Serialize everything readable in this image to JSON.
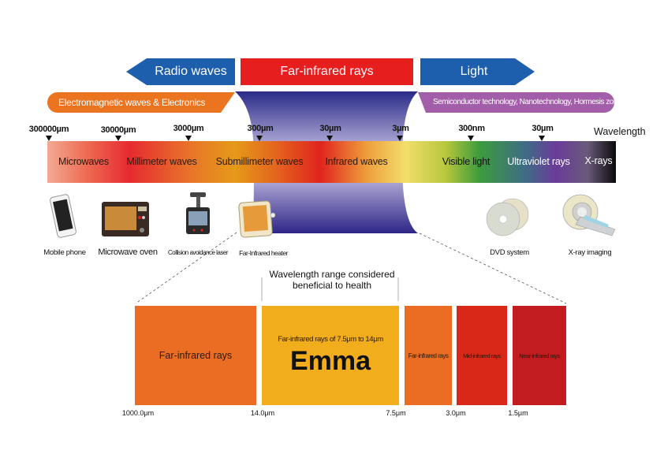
{
  "top_arrows": {
    "radio": "Radio waves",
    "far_infrared": "Far-infrared rays",
    "light": "Light"
  },
  "banners": {
    "electronics": "Electromagnetic waves & Electronics",
    "semiconductor": "Semiconductor technology, Nanotechnology, Hormesis zone"
  },
  "wavelength_label": "Wavelength",
  "ticks": [
    "300000µm",
    "30000µm",
    "3000µm",
    "300µm",
    "30µm",
    "3µm",
    "300nm",
    "30µm"
  ],
  "bands": [
    "Microwaves",
    "Millimeter waves",
    "Submillimeter waves",
    "Infrared waves",
    "Visible light",
    "Ultraviolet rays",
    "X-rays"
  ],
  "devices": [
    {
      "label": "Mobile phone",
      "icon": "mobile-phone-icon"
    },
    {
      "label": "Microwave oven",
      "icon": "microwave-oven-icon"
    },
    {
      "label": "Collision avoidance laser",
      "icon": "dashcam-icon"
    },
    {
      "label": "Far-Infrared heater",
      "icon": "heater-icon"
    },
    {
      "label": "DVD system",
      "icon": "dvd-icon"
    },
    {
      "label": "X-ray imaging",
      "icon": "xray-scanner-icon"
    }
  ],
  "health_range_label": [
    "Wavelength range considered",
    "beneficial to health"
  ],
  "detail_boxes": [
    {
      "label": "Far-infrared rays",
      "color": "#ea6d23"
    },
    {
      "sublabel": "Far-infrared rays of 7.5μm to 14μm",
      "label": "Emma",
      "color": "#f2ad1c"
    },
    {
      "label": "Far-infrared rays",
      "color": "#ea6d23"
    },
    {
      "label": "Mid-infrared rays",
      "color": "#d92817"
    },
    {
      "label": "Near-infrared rays",
      "color": "#c21c20"
    }
  ],
  "bottom_ticks": [
    "1000.0μm",
    "14.0μm",
    "7.5μm",
    "3.0μm",
    "1.5μm"
  ],
  "colors": {
    "blue_arrow": "#1e5fad",
    "red_banner": "#e61e1e",
    "orange_banner": "#eb7420",
    "purple_banner": "#a25ea8",
    "funnel_purple": "#2c2a8c"
  }
}
